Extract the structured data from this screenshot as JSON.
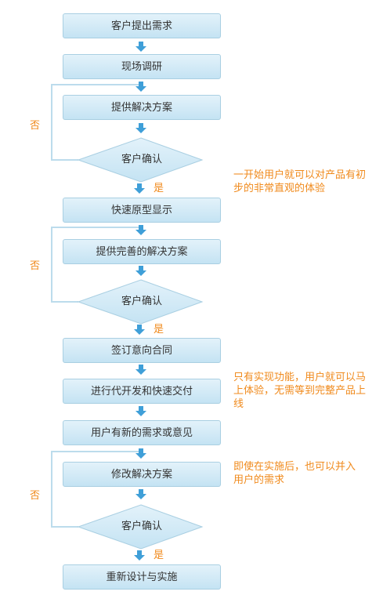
{
  "steps": {
    "customer_request": "客户提出需求",
    "site_survey": "现场调研",
    "provide_solution": "提供解决方案",
    "rapid_prototype": "快速原型显示",
    "provide_improved_solution": "提供完善的解决方案",
    "sign_intent": "签订意向合同",
    "dev_delivery": "进行代开发和快速交付",
    "new_requirements": "用户有新的需求或意见",
    "modify_solution": "修改解决方案",
    "redesign": "重新设计与实施"
  },
  "decisions": {
    "confirm_1": "客户确认",
    "confirm_2": "客户确认",
    "confirm_3": "客户确认"
  },
  "branch_labels": {
    "yes": "是",
    "no": "否"
  },
  "notes": {
    "note_1": "一开始用户就可以对产品有初步的非常直观的体验",
    "note_2": "只有实现功能，用户就可以马上体验，无需等到完整产品上线",
    "note_3": "即使在实施后，也可以并入用户的需求"
  },
  "colors": {
    "box_fill_top": "#e3f2fa",
    "box_fill_bottom": "#c4e3f3",
    "box_border": "#a9cfe2",
    "arrow": "#3f9fd8",
    "loop_line": "#bcdcec",
    "accent_text": "#f08a1c"
  }
}
